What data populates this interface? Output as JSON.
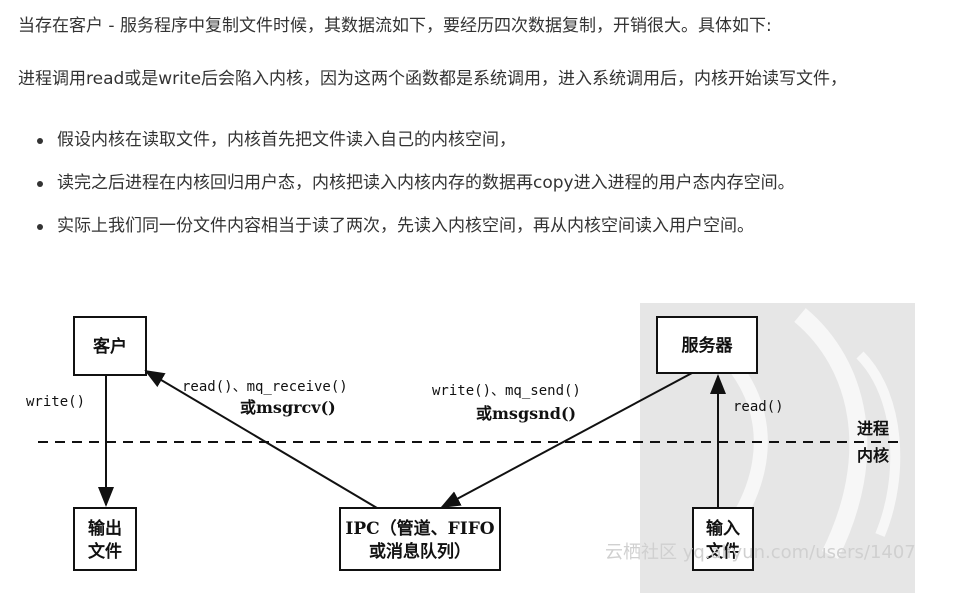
{
  "paragraphs": {
    "p1": "当存在客户 - 服务程序中复制文件时候，其数据流如下，要经历四次数据复制，开销很大。具体如下:",
    "p2": "进程调用read或是write后会陷入内核，因为这两个函数都是系统调用，进入系统调用后，内核开始读写文件，"
  },
  "bullets": [
    "假设内核在读取文件，内核首先把文件读入自己的内核空间，",
    "读完之后进程在内核回归用户态，内核把读入内核内存的数据再copy进入进程的用户态内存空间。",
    "实际上我们同一份文件内容相当于读了两次，先读入内核空间，再从内核空间读入用户空间。"
  ],
  "diagram": {
    "client": "客户",
    "server": "服务器",
    "output_file": [
      "输出",
      "文件"
    ],
    "input_file": [
      "输入",
      "文件"
    ],
    "ipc": [
      "IPC（管道、FIFO",
      "或消息队列）"
    ],
    "write_label": "write()",
    "read_label": "read()",
    "client_recv": [
      "read()、mq_receive()",
      "或msgrcv()"
    ],
    "server_send": [
      "write()、mq_send()",
      "或msgsnd()"
    ],
    "process_label": "进程",
    "kernel_label": "内核",
    "watermark": "云栖社区  yq.aliyun.com/users/1407"
  }
}
